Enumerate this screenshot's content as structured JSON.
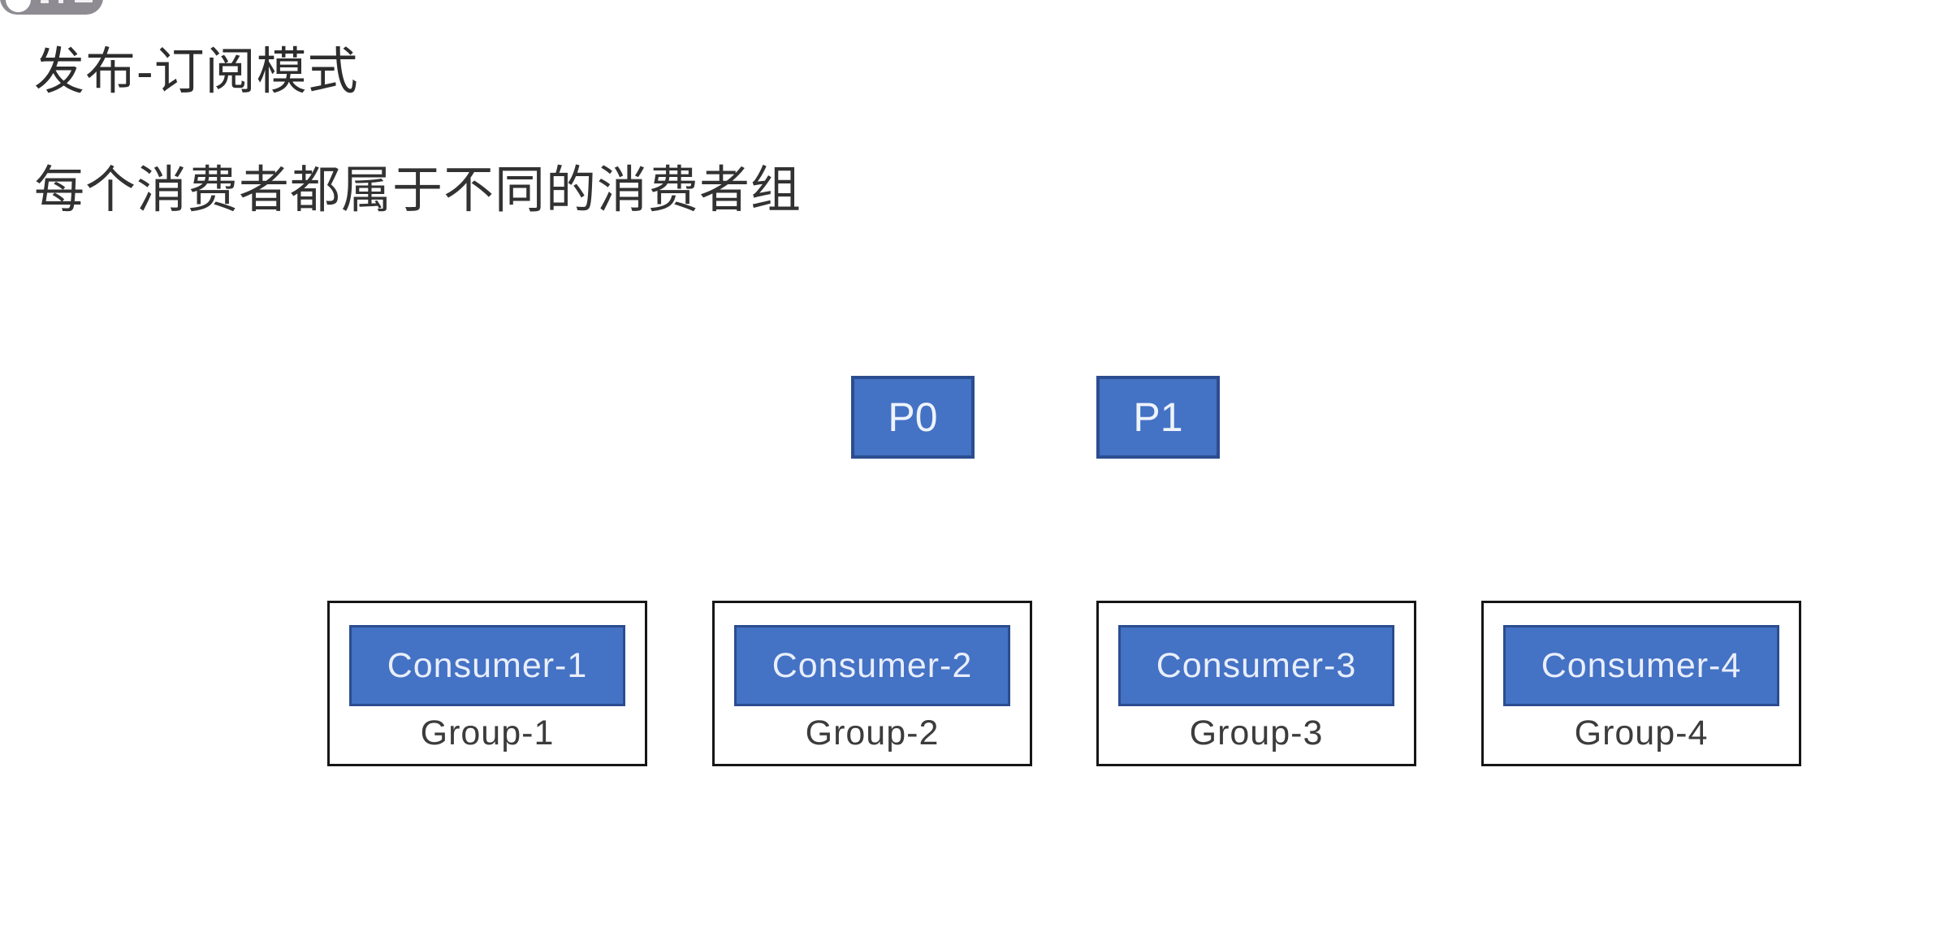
{
  "slide": {
    "title": "发布-订阅模式",
    "subtitle": "每个消费者都属于不同的消费者组"
  },
  "partitions": [
    {
      "label": "P0"
    },
    {
      "label": "P1"
    }
  ],
  "groups": [
    {
      "consumer_label": "Consumer-1",
      "group_label": "Group-1"
    },
    {
      "consumer_label": "Consumer-2",
      "group_label": "Group-2"
    },
    {
      "consumer_label": "Consumer-3",
      "group_label": "Group-3"
    },
    {
      "consumer_label": "Consumer-4",
      "group_label": "Group-4"
    }
  ],
  "colors": {
    "shape_fill": "#4472c4",
    "shape_border": "#2b4d8f",
    "shape_text": "#e9eefb",
    "group_border": "#161616",
    "heading_text": "#2d2d2d",
    "badge_gray": "#8e8b92",
    "badge_logo_accent": "#b14fd8"
  }
}
